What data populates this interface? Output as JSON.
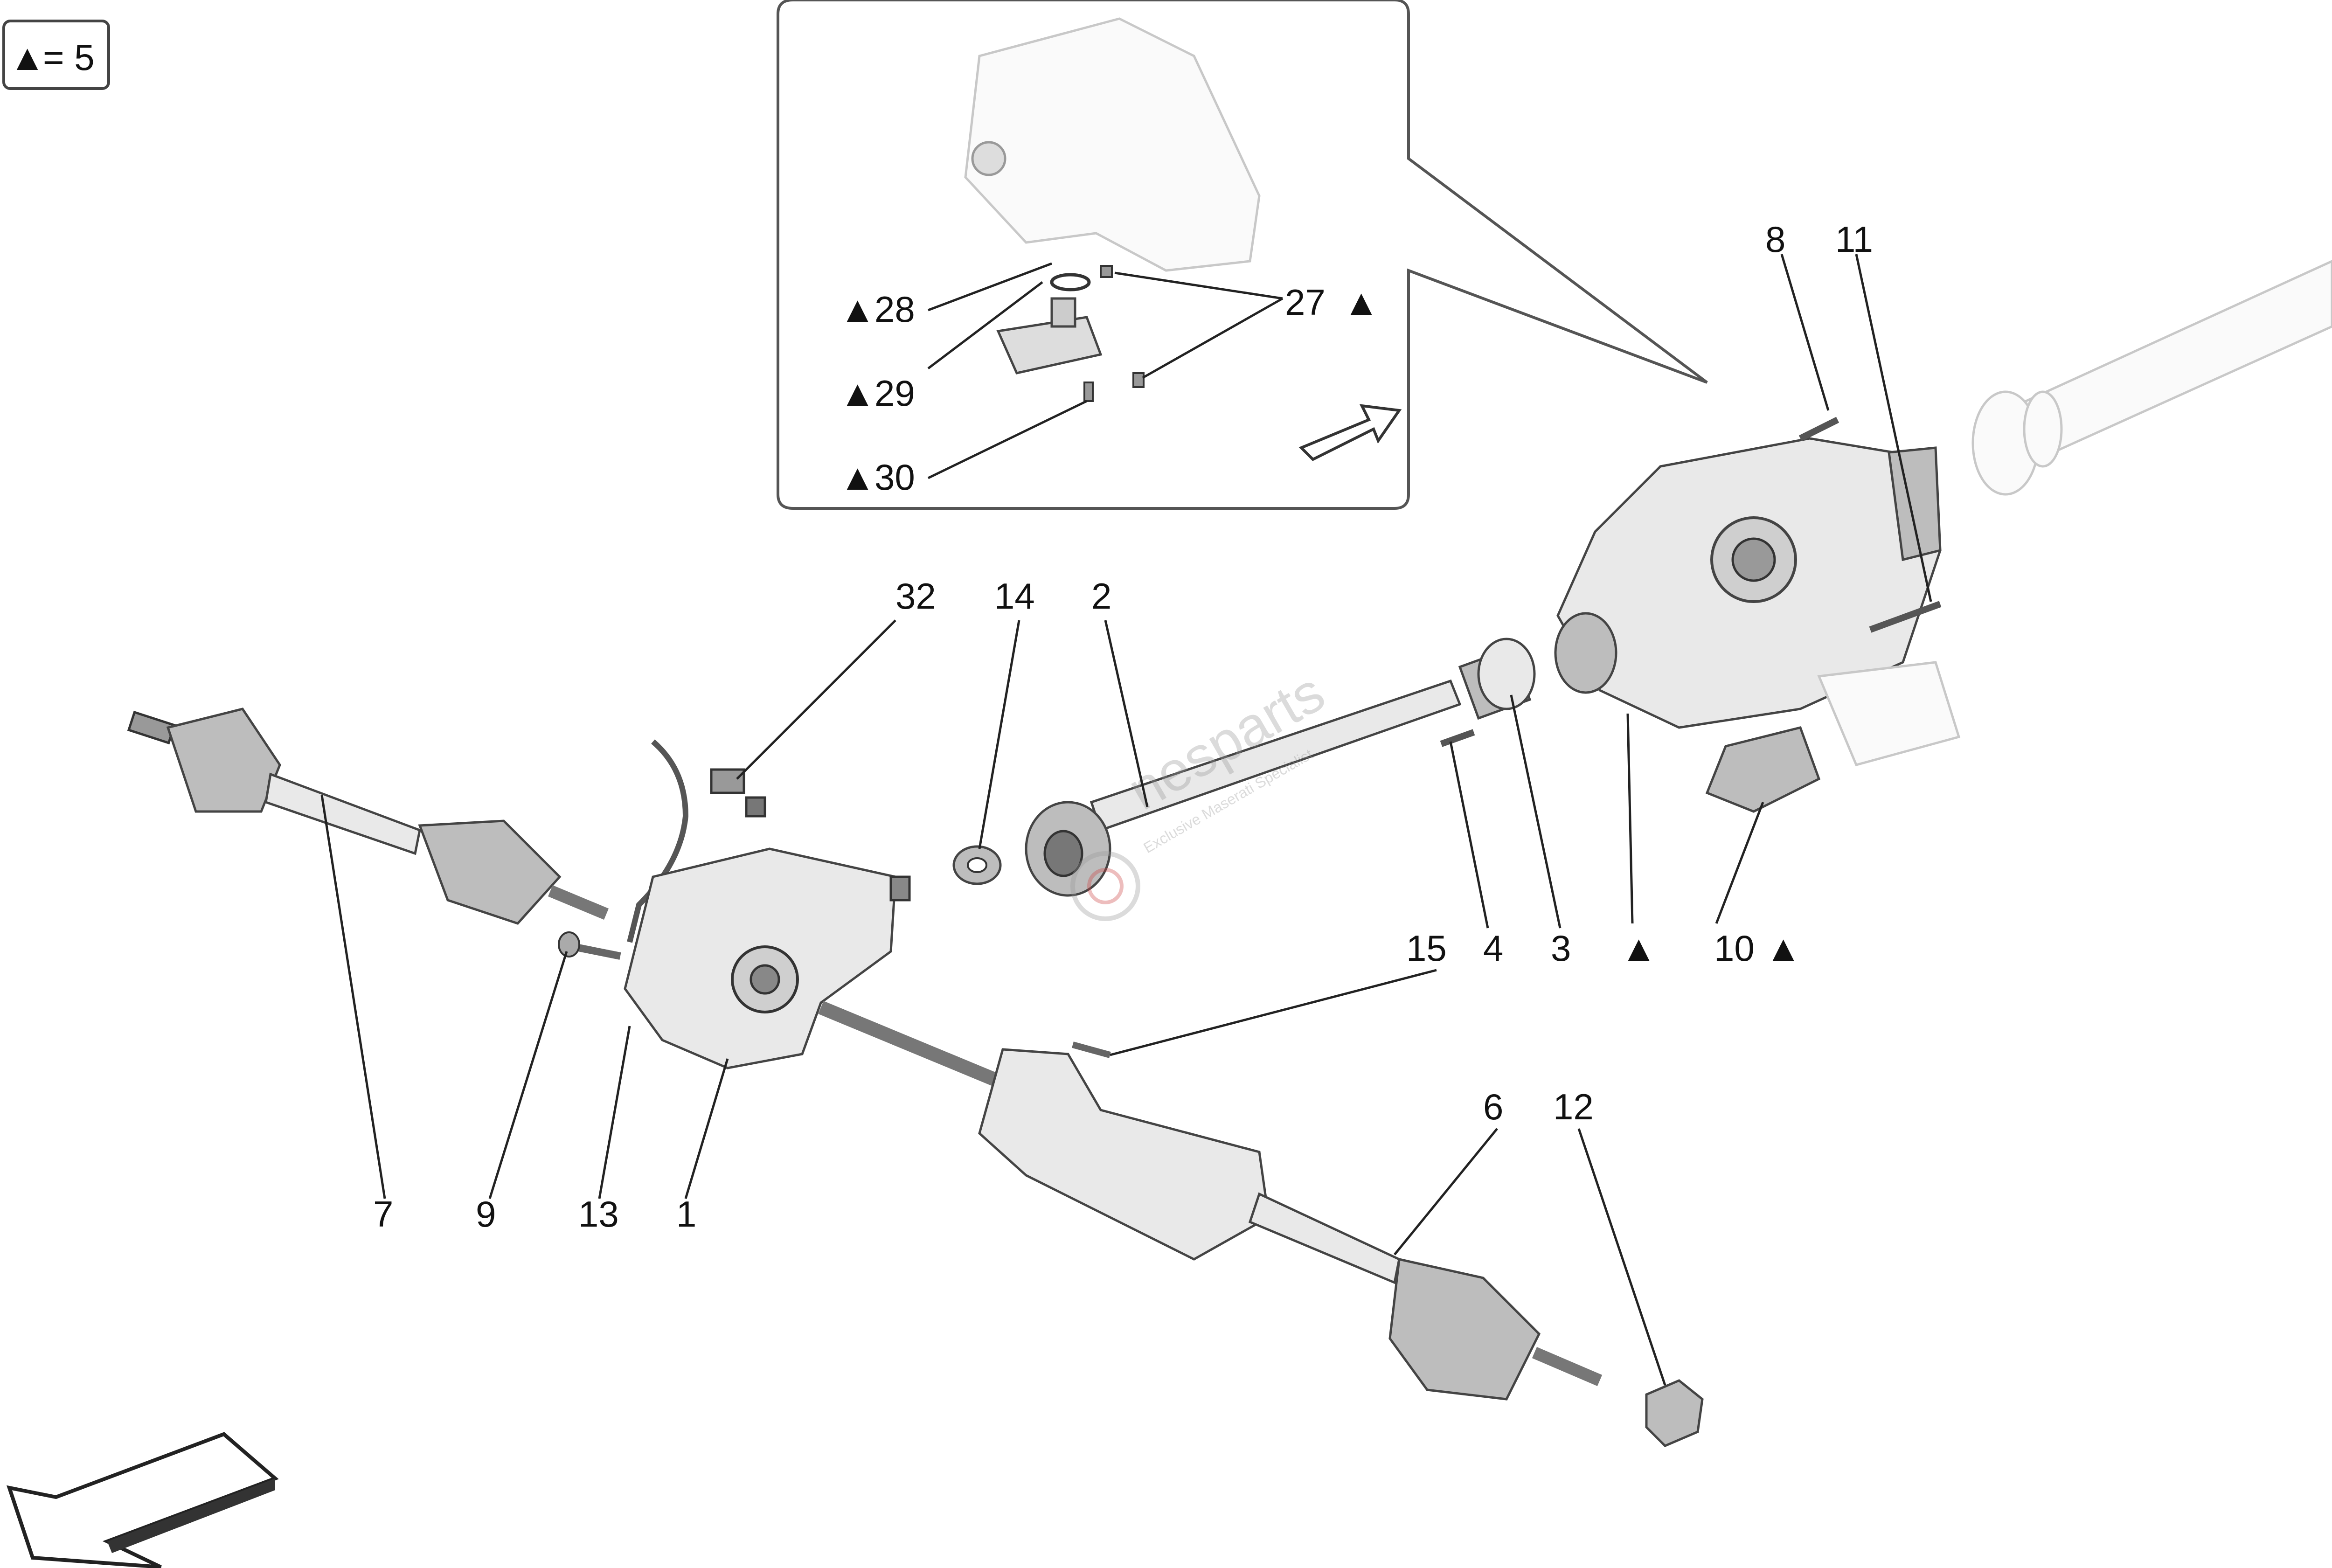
{
  "legend": {
    "symbol": "▲",
    "text": "= 5"
  },
  "callouts": {
    "c1": "1",
    "c2": "2",
    "c3": "3",
    "c4": "4",
    "c6": "6",
    "c7": "7",
    "c8": "8",
    "c9": "9",
    "c10": "10",
    "c11": "11",
    "c12": "12",
    "c13": "13",
    "c14": "14",
    "c15": "15",
    "c27": "27",
    "c28": "28",
    "c29": "29",
    "c30": "30",
    "c32": "32"
  },
  "marker": "▲",
  "watermark": {
    "brand": "nesparts",
    "tagline": "Exclusive Maserati Specialist"
  }
}
